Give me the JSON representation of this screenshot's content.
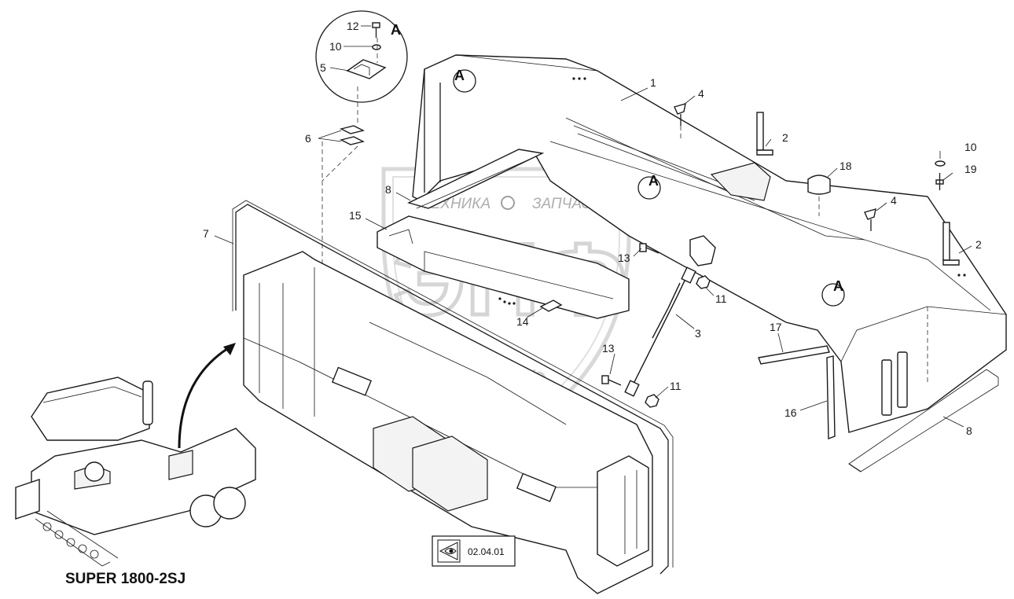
{
  "watermark": {
    "left_text": "ТЕХНИКА",
    "right_text": "ЗАПЧАСТИ",
    "logo_letters": "ЭПФ"
  },
  "detail": {
    "letter": "A",
    "labels": [
      "12",
      "10",
      "5"
    ]
  },
  "view_markers": [
    "A",
    "A",
    "A"
  ],
  "callouts": [
    {
      "id": "c1",
      "text": "1"
    },
    {
      "id": "c4a",
      "text": "4"
    },
    {
      "id": "c2a",
      "text": "2"
    },
    {
      "id": "c10b",
      "text": "10"
    },
    {
      "id": "c18",
      "text": "18"
    },
    {
      "id": "c19",
      "text": "19"
    },
    {
      "id": "c4b",
      "text": "4"
    },
    {
      "id": "c2b",
      "text": "2"
    },
    {
      "id": "c6",
      "text": "6"
    },
    {
      "id": "c8a",
      "text": "8"
    },
    {
      "id": "c7",
      "text": "7"
    },
    {
      "id": "c15",
      "text": "15"
    },
    {
      "id": "c13a",
      "text": "13"
    },
    {
      "id": "c11a",
      "text": "11"
    },
    {
      "id": "c14",
      "text": "14"
    },
    {
      "id": "c3",
      "text": "3"
    },
    {
      "id": "c13b",
      "text": "13"
    },
    {
      "id": "c11b",
      "text": "11"
    },
    {
      "id": "c17",
      "text": "17"
    },
    {
      "id": "c16",
      "text": "16"
    },
    {
      "id": "c8b",
      "text": "8"
    }
  ],
  "model_label": "SUPER 1800-2SJ",
  "reference": {
    "code": "02.04.01",
    "icon": "eye-view-icon"
  }
}
